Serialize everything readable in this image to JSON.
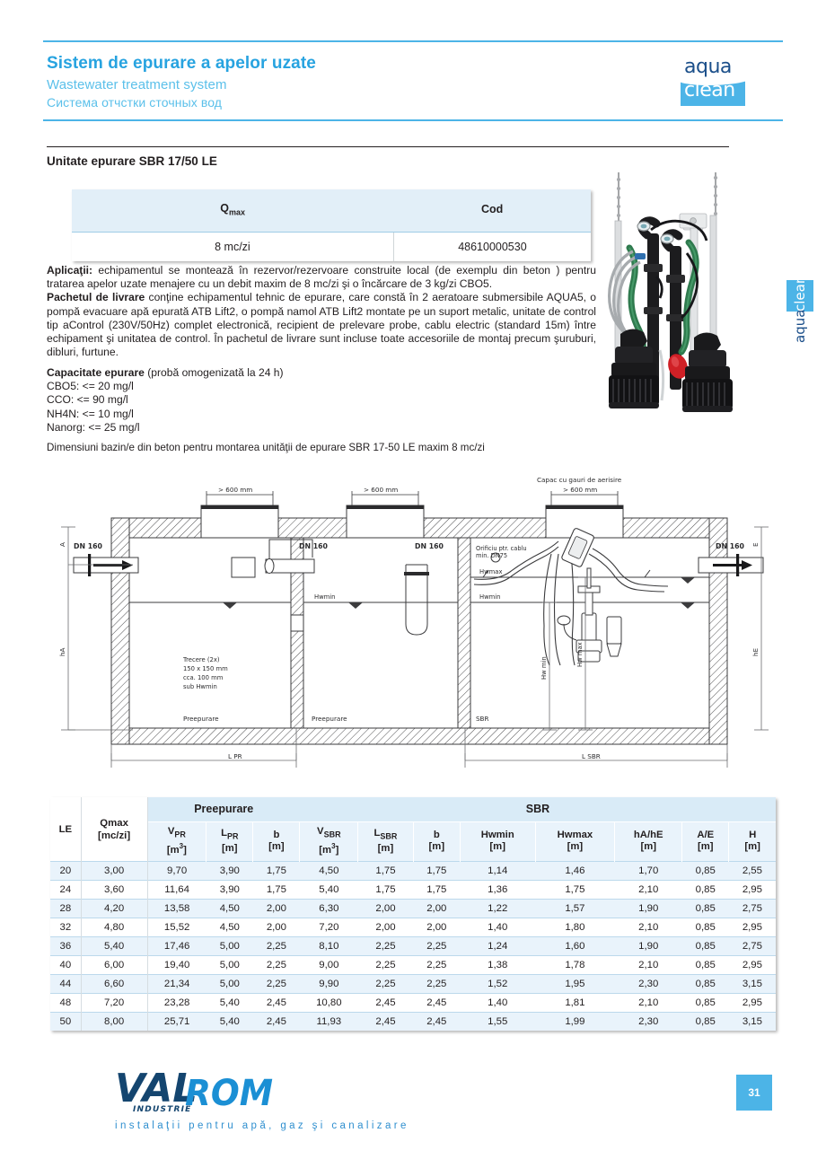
{
  "header": {
    "title_ro": "Sistem de epurare a apelor uzate",
    "title_en": "Wastewater treatment system",
    "title_ru": "Система отчстки сточных вод",
    "logo": {
      "word1": "aqua",
      "word2": "clean"
    }
  },
  "side_tab": {
    "word1": "aqua",
    "word2": "clean"
  },
  "section": {
    "title": "Unitate epurare SBR 17/50 LE"
  },
  "qtable": {
    "headers": [
      "Q",
      "max",
      "Cod"
    ],
    "header_q_base": "Q",
    "header_q_sub": "max",
    "header_cod": "Cod",
    "row": {
      "qmax": "8 mc/zi",
      "cod": "48610000530"
    }
  },
  "body": {
    "p1_label": "Aplicaţii:",
    "p1_text": " echipamentul se montează în rezervor/rezervoare construite local (de exemplu din beton ) pentru tratarea apelor uzate menajere cu un debit maxim de 8 mc/zi şi o încărcare de 3 kg/zi CBO5.",
    "p2_label": "Pachetul de livrare",
    "p2_text": " conţine echipamentul tehnic de epurare, care constă în 2 aeratoare submersibile AQUA5, o pompă evacuare apă epurată ATB Lift2, o pompă namol ATB Lift2 montate pe un suport metalic, unitate de control tip aControl (230V/50Hz) complet electronică, recipient de prelevare probe, cablu electric (standard 15m) între echipament şi unitatea de control. În pachetul de livrare sunt incluse toate accesoriile de montaj precum şuruburi, dibluri, furtune."
  },
  "capacity": {
    "title": "Capacitate epurare",
    "subtitle": " (probă omogenizată la 24 h)",
    "lines": [
      "CBO5: <= 20 mg/l",
      "CCO: <= 90 mg/l",
      "NH4N: <= 10 mg/l",
      "Nanorg: <= 25 mg/l"
    ]
  },
  "dim_note": "Dimensiuni bazin/e din beton pentru montarea unităţii de epurare SBR 17-50 LE maxim 8 mc/zi",
  "drawing_labels": {
    "cover_note": "Capac cu gauri de aerisire",
    "opening_600_1": "> 600 mm",
    "opening_600_2": "> 600 mm",
    "opening_600_3": "> 600 mm",
    "dn160_left": "DN 160",
    "dn160_mid": "DN 160",
    "dn160_mid2": "DN 160",
    "dn160_right": "DN 160",
    "cable_hole": "Orificiu ptr. cablu",
    "cable_hole2": "min. DN75",
    "passage": [
      "Trecere (2x)",
      "150 x  150 mm",
      "cca. 100 mm",
      "sub Hwmin"
    ],
    "zone_pre1": "Preepurare",
    "zone_pre2": "Preepurare",
    "zone_sbr": "SBR",
    "hwmin_1": "Hwmin",
    "hwmin_2": "Hwmin",
    "hwmax": "Hwmax",
    "dim_A": "A",
    "dim_hA": "hA",
    "dim_hE": "hE",
    "dim_E": "E",
    "dim_hwmin_v": "Hw min",
    "dim_hwmax_v": "Hw max",
    "dim_LPR": "L PR",
    "dim_LSBR": "L SBR"
  },
  "chart_data": {
    "type": "table",
    "title": "Dimensiuni bazin/e din beton",
    "group_headers": [
      {
        "label": "Preepurare",
        "span": 3
      },
      {
        "label": "SBR",
        "span": 8
      }
    ],
    "columns": [
      {
        "key": "LE",
        "label": "LE",
        "unit": ""
      },
      {
        "key": "Qmax",
        "label": "Qmax",
        "unit": "[mc/zi]"
      },
      {
        "key": "V_PR",
        "label": "V",
        "sub": "PR",
        "unit": "[m3]"
      },
      {
        "key": "L_PR",
        "label": "L",
        "sub": "PR",
        "unit": "[m]"
      },
      {
        "key": "b_PR",
        "label": "b",
        "sub": "",
        "unit": "[m]"
      },
      {
        "key": "V_SBR",
        "label": "V",
        "sub": "SBR",
        "unit": "[m3]"
      },
      {
        "key": "L_SBR",
        "label": "L",
        "sub": "SBR",
        "unit": "[m]"
      },
      {
        "key": "b_SBR",
        "label": "b",
        "sub": "",
        "unit": "[m]"
      },
      {
        "key": "Hwmin",
        "label": "Hwmin",
        "unit": "[m]"
      },
      {
        "key": "Hwmax",
        "label": "Hwmax",
        "unit": "[m]"
      },
      {
        "key": "hA_hE",
        "label": "hA/hE",
        "unit": "[m]"
      },
      {
        "key": "A_E",
        "label": "A/E",
        "unit": "[m]"
      },
      {
        "key": "H",
        "label": "H",
        "unit": "[m]"
      }
    ],
    "rows": [
      [
        "20",
        "3,00",
        "9,70",
        "3,90",
        "1,75",
        "4,50",
        "1,75",
        "1,75",
        "1,14",
        "1,46",
        "1,70",
        "0,85",
        "2,55"
      ],
      [
        "24",
        "3,60",
        "11,64",
        "3,90",
        "1,75",
        "5,40",
        "1,75",
        "1,75",
        "1,36",
        "1,75",
        "2,10",
        "0,85",
        "2,95"
      ],
      [
        "28",
        "4,20",
        "13,58",
        "4,50",
        "2,00",
        "6,30",
        "2,00",
        "2,00",
        "1,22",
        "1,57",
        "1,90",
        "0,85",
        "2,75"
      ],
      [
        "32",
        "4,80",
        "15,52",
        "4,50",
        "2,00",
        "7,20",
        "2,00",
        "2,00",
        "1,40",
        "1,80",
        "2,10",
        "0,85",
        "2,95"
      ],
      [
        "36",
        "5,40",
        "17,46",
        "5,00",
        "2,25",
        "8,10",
        "2,25",
        "2,25",
        "1,24",
        "1,60",
        "1,90",
        "0,85",
        "2,75"
      ],
      [
        "40",
        "6,00",
        "19,40",
        "5,00",
        "2,25",
        "9,00",
        "2,25",
        "2,25",
        "1,38",
        "1,78",
        "2,10",
        "0,85",
        "2,95"
      ],
      [
        "44",
        "6,60",
        "21,34",
        "5,00",
        "2,25",
        "9,90",
        "2,25",
        "2,25",
        "1,52",
        "1,95",
        "2,30",
        "0,85",
        "3,15"
      ],
      [
        "48",
        "7,20",
        "23,28",
        "5,40",
        "2,45",
        "10,80",
        "2,45",
        "2,45",
        "1,40",
        "1,81",
        "2,10",
        "0,85",
        "2,95"
      ],
      [
        "50",
        "8,00",
        "25,71",
        "5,40",
        "2,45",
        "11,93",
        "2,45",
        "2,45",
        "1,55",
        "1,99",
        "2,30",
        "0,85",
        "3,15"
      ]
    ]
  },
  "footer": {
    "logo_val": "VAL",
    "logo_rom": "ROM",
    "logo_industrie": "INDUSTRIE",
    "tagline": "instalaţii pentru apă, gaz şi canalizare",
    "page_number": "31"
  },
  "colors": {
    "brand_blue": "#4cb4e7",
    "brand_dark_blue": "#1b4f8a",
    "table_header_bg": "#e2eff8",
    "table_alt_row": "#e9f3fb",
    "valrom_navy": "#14456f",
    "valrom_blue": "#1b8fd4"
  }
}
